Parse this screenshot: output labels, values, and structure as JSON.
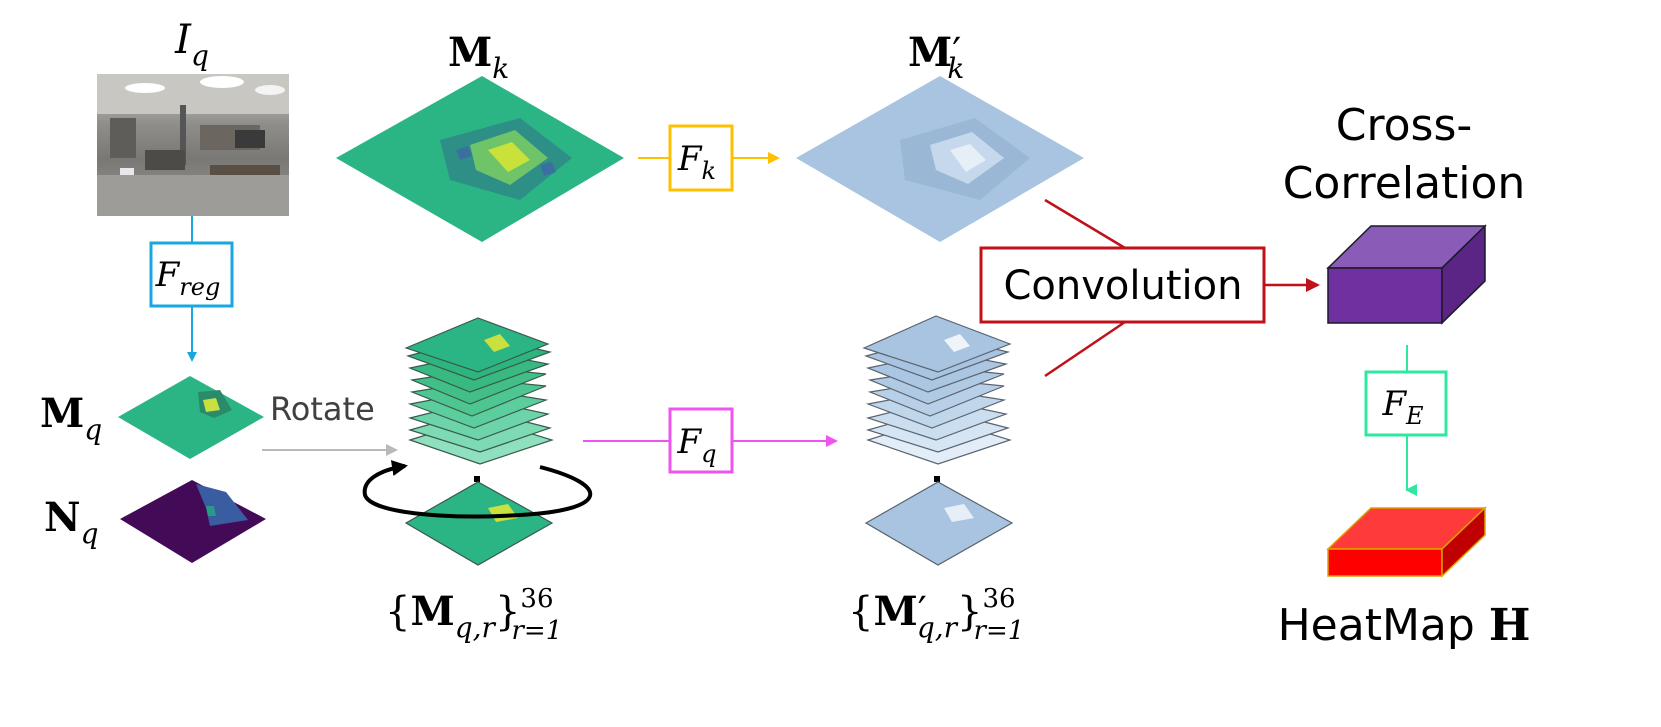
{
  "labels": {
    "Iq": {
      "base": "I",
      "sub": "q"
    },
    "Mk": {
      "base": "M",
      "sub": "k"
    },
    "Mk_prime": {
      "base": "M",
      "prime": "′",
      "sub": "k"
    },
    "Mq": {
      "base": "M",
      "sub": "q"
    },
    "Nq": {
      "base": "N",
      "sub": "q"
    },
    "rotate": "Rotate",
    "set_Mqr": {
      "open": "{",
      "base": "M",
      "sub": "q,r",
      "close": "}",
      "sup": "36",
      "lower": "r=1"
    },
    "set_Mqr_prime": {
      "open": "{",
      "base": "M",
      "prime": "′",
      "sub": "q,r",
      "close": "}",
      "sup": "36",
      "lower": "r=1"
    },
    "cross_correlation_line1": "Cross-",
    "cross_correlation_line2": "Correlation",
    "convolution": "Convolution",
    "heatmap": {
      "text": "HeatMap ",
      "bold": "H"
    }
  },
  "boxes": {
    "Freg": {
      "base": "F",
      "sub": "reg"
    },
    "Fk": {
      "base": "F",
      "sub": "k"
    },
    "Fq": {
      "base": "F",
      "sub": "q"
    },
    "FE": {
      "base": "F",
      "sub": "E"
    }
  },
  "colors": {
    "map_green": "#2bb585",
    "map_light_blue": "#a9c4e1",
    "cube_purple": "#7030a0",
    "heatmap_red": "#ff2a2a",
    "freg_blue": "#1aa7e0",
    "fk_yellow": "#ffc000",
    "fq_magenta": "#ee55ee",
    "fe_green": "#2ee8a0",
    "conv_red": "#c0101a",
    "rotate_gray": "#b9b9b9"
  }
}
